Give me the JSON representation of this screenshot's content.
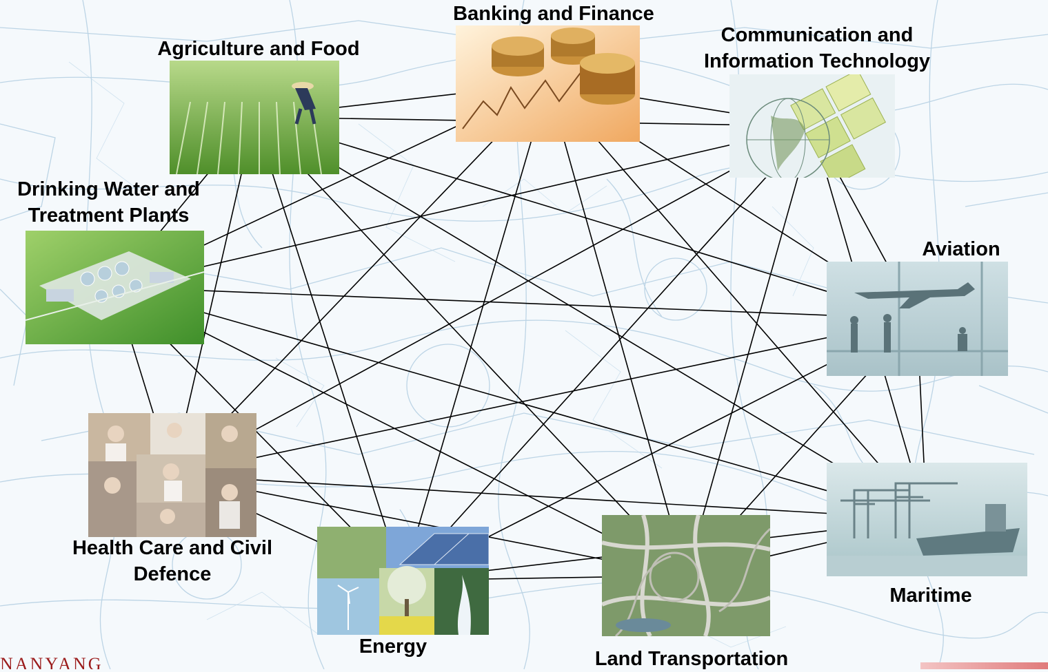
{
  "diagram": {
    "nodes": [
      {
        "id": "banking",
        "label": "Banking and Finance",
        "icon": "banking-coins-chart-image"
      },
      {
        "id": "agri",
        "label": "Agriculture and Food",
        "icon": "rice-field-image"
      },
      {
        "id": "comm",
        "label_lines": [
          "Communication and",
          "Information Technology"
        ],
        "icon": "globe-keyboard-image"
      },
      {
        "id": "water",
        "label_lines": [
          "Drinking Water and",
          "Treatment Plants"
        ],
        "icon": "water-treatment-plant-image"
      },
      {
        "id": "aviation",
        "label": "Aviation",
        "icon": "airport-airplane-image"
      },
      {
        "id": "health",
        "label_lines": [
          "Health Care and Civil",
          "Defence"
        ],
        "icon": "healthcare-collage-image"
      },
      {
        "id": "energy",
        "label": "Energy",
        "icon": "energy-collage-image"
      },
      {
        "id": "land",
        "label": "Land Transportation",
        "icon": "highway-interchange-image"
      },
      {
        "id": "maritime",
        "label": "Maritime",
        "icon": "port-cranes-ship-image"
      }
    ],
    "edges": [
      [
        "agri",
        "banking"
      ],
      [
        "agri",
        "comm"
      ],
      [
        "agri",
        "water"
      ],
      [
        "agri",
        "aviation"
      ],
      [
        "agri",
        "maritime"
      ],
      [
        "agri",
        "health"
      ],
      [
        "agri",
        "energy"
      ],
      [
        "agri",
        "land"
      ],
      [
        "banking",
        "comm"
      ],
      [
        "banking",
        "aviation"
      ],
      [
        "banking",
        "maritime"
      ],
      [
        "banking",
        "water"
      ],
      [
        "banking",
        "health"
      ],
      [
        "banking",
        "energy"
      ],
      [
        "banking",
        "land"
      ],
      [
        "comm",
        "water"
      ],
      [
        "comm",
        "aviation"
      ],
      [
        "comm",
        "health"
      ],
      [
        "comm",
        "energy"
      ],
      [
        "comm",
        "land"
      ],
      [
        "comm",
        "maritime"
      ],
      [
        "water",
        "aviation"
      ],
      [
        "water",
        "maritime"
      ],
      [
        "water",
        "health"
      ],
      [
        "water",
        "energy"
      ],
      [
        "water",
        "land"
      ],
      [
        "aviation",
        "maritime"
      ],
      [
        "aviation",
        "health"
      ],
      [
        "aviation",
        "energy"
      ],
      [
        "aviation",
        "land"
      ],
      [
        "health",
        "energy"
      ],
      [
        "health",
        "land"
      ],
      [
        "health",
        "maritime"
      ],
      [
        "energy",
        "land"
      ],
      [
        "energy",
        "maritime"
      ],
      [
        "land",
        "maritime"
      ]
    ]
  },
  "logo_text": "NANYANG",
  "colors": {
    "map_lines": "#9fc3dc",
    "edge": "#000000",
    "logo": "#9b1c1c"
  }
}
